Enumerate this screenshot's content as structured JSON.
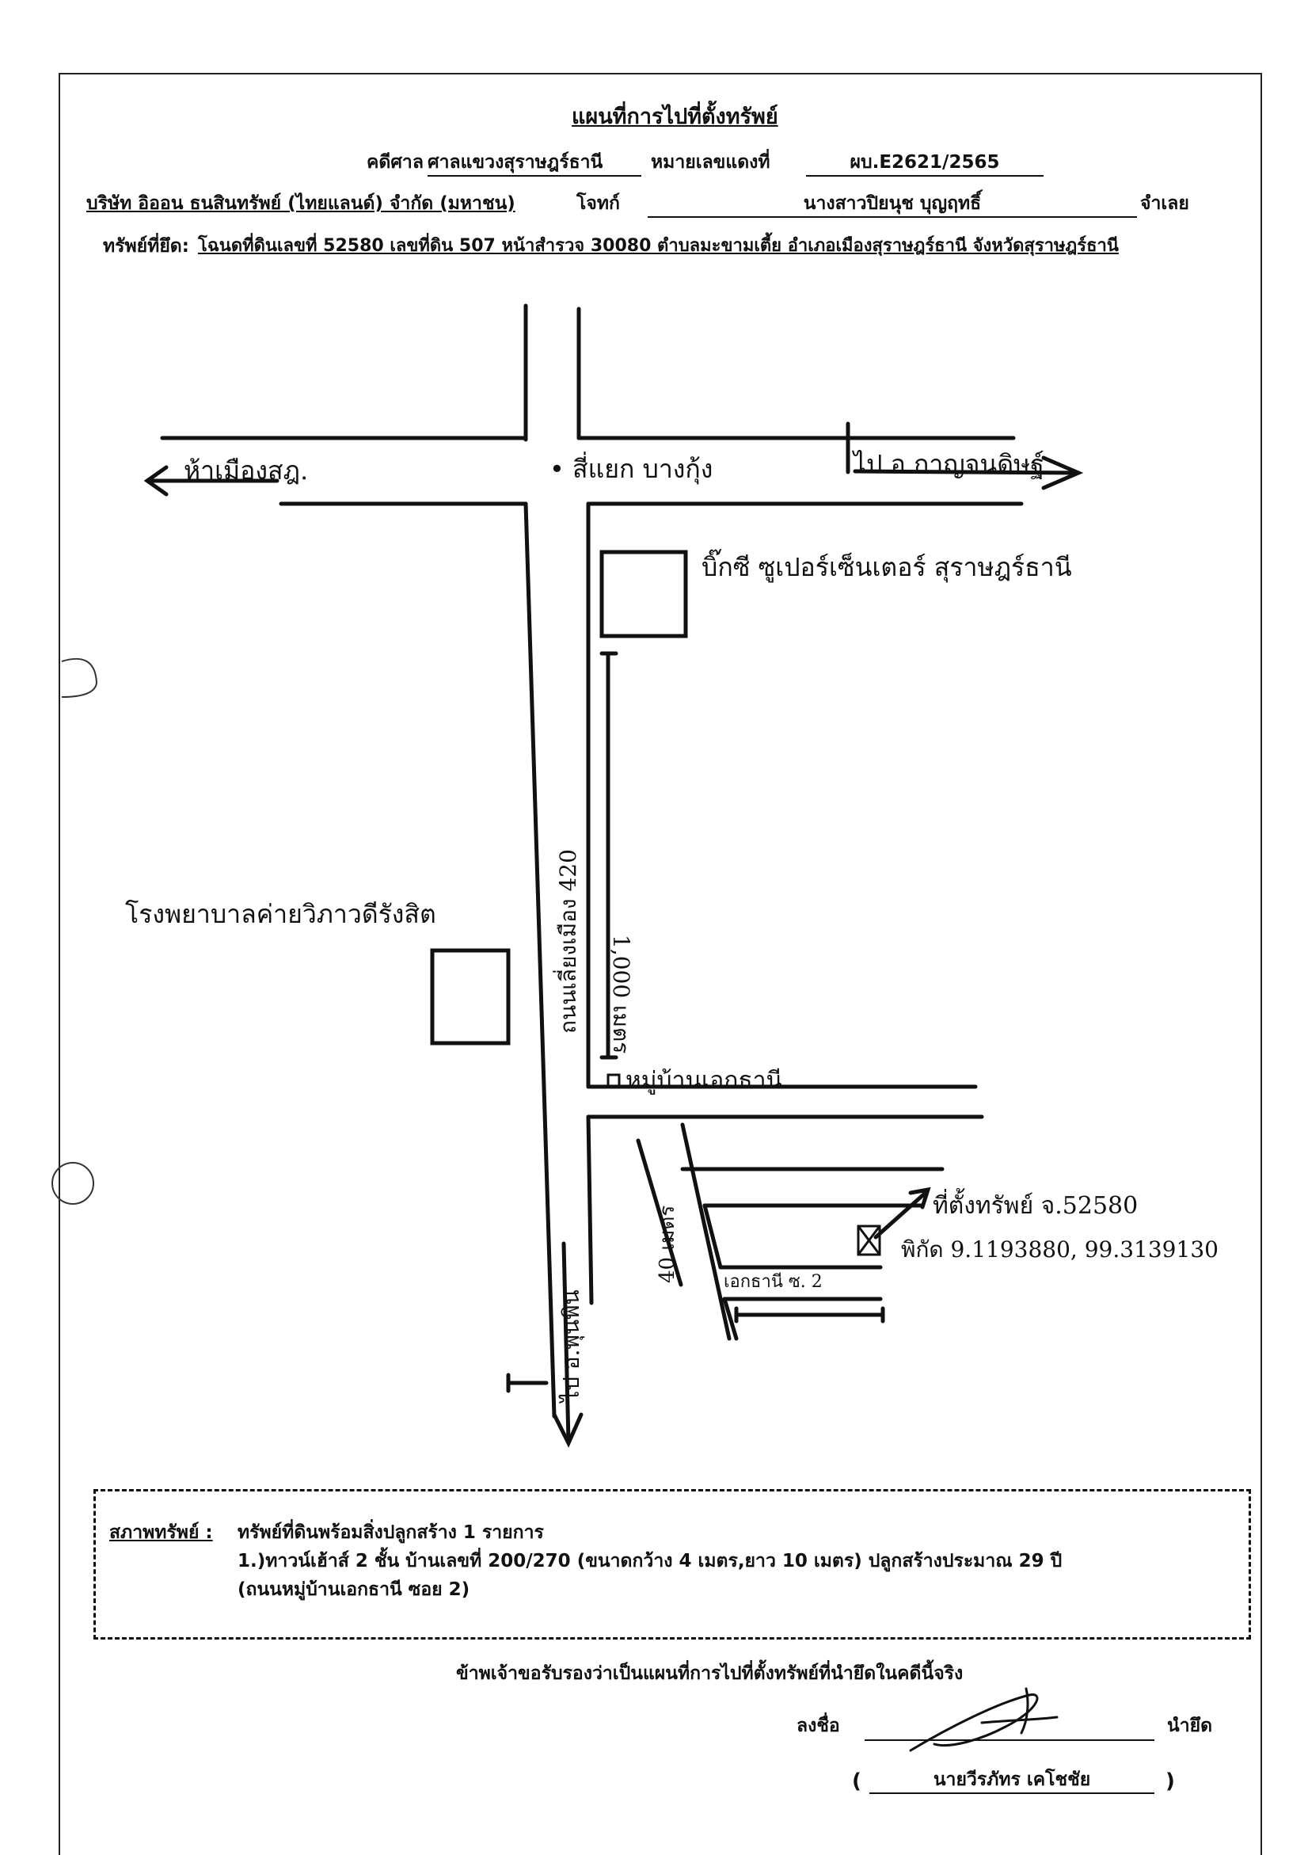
{
  "header": {
    "title": "แผนที่การไปที่ตั้งทรัพย์",
    "case_label": "คดีศาล",
    "court": "ศาลแขวงสุราษฎร์ธานี",
    "red_no_label": "หมายเลขแดงที่",
    "red_no": "ผบ.E2621/2565",
    "plaintiff": "บริษัท อิออน ธนสินทรัพย์ (ไทยแลนด์) จำกัด (มหาชน)",
    "plaintiff_label": "โจทก์",
    "defendant": "นางสาวปิยนุช บุญฤทธิ์",
    "defendant_label": "จำเลย",
    "asset_label": "ทรัพย์ที่ยึด:",
    "asset": "โฉนดที่ดินเลขที่ 52580 เลขที่ดิน 507 หน้าสำรวจ 30080 ตำบลมะขามเตี้ย อำเภอเมืองสุราษฎร์ธานี จังหวัดสุราษฎร์ธานี"
  },
  "map": {
    "to_left": "ห้าเมืองสฎ.",
    "intersection": "• สี่แยก บางกุ้ง",
    "to_right": "ไป อ.กาญจนดิษฐ์",
    "landmark_top": "บิ๊กซี ซูเปอร์เซ็นเตอร์ สุราษฎร์ธานี",
    "hospital": "โรงพยาบาลค่ายวิภาวดีรังสิต",
    "road_name": "ถนนเลี่ยงเมือง 420",
    "distance_main": "1,000 เมตร",
    "village": "หมู่บ้านเอกธานี",
    "distance_short": "40 เมตร",
    "target": "ที่ตั้งทรัพย์ จ.52580",
    "coords": "พิกัด 9.1193880, 99.3139130",
    "soi": "เอกธานี ซ. 2",
    "to_bottom": "ไป อ.พุนพิน"
  },
  "condition": {
    "label": "สภาพทรัพย์ :",
    "line1": "ทรัพย์ที่ดินพร้อมสิ่งปลูกสร้าง 1 รายการ",
    "line2": "1.)ทาวน์เฮ้าส์ 2 ชั้น บ้านเลขที่ 200/270 (ขนาดกว้าง  4 เมตร,ยาว 10 เมตร) ปลูกสร้างประมาณ 29 ปี",
    "line3": "(ถนนหมู่บ้านเอกธานี ซอย 2)"
  },
  "footer": {
    "certify": "ข้าพเจ้าขอรับรองว่าเป็นแผนที่การไปที่ตั้งทรัพย์ที่นำยึดในคดีนี้จริง",
    "sign_label": "ลงชื่อ",
    "seizer_label": "นำยึด",
    "open_paren": "(",
    "signer": "นายวีรภัทร เคโชชัย",
    "close_paren": ")"
  }
}
